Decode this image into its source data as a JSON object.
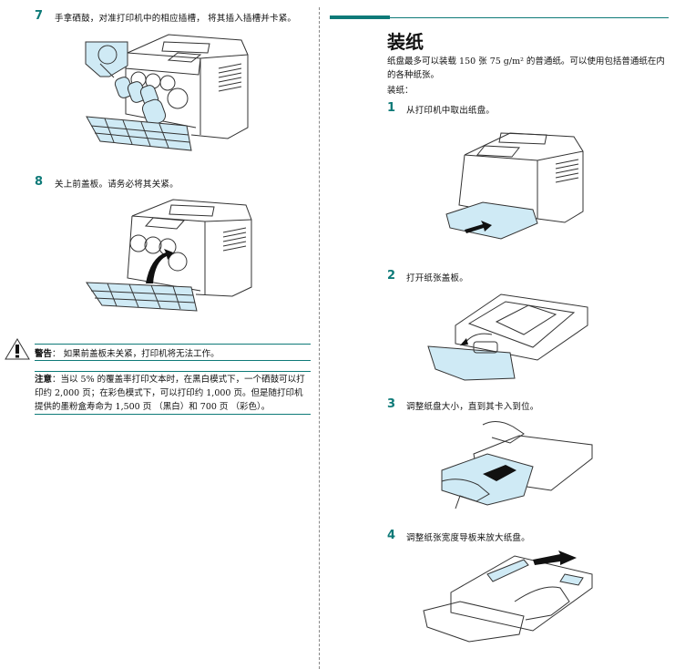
{
  "colors": {
    "accent": "#0e7a78",
    "highlight": "#cfeaf5"
  },
  "left": {
    "steps": [
      {
        "num": "7",
        "text": "手拿硒鼓，对准打印机中的相应插槽， 将其插入插槽并卡紧。",
        "illustration": "insert-toner-cartridges"
      },
      {
        "num": "8",
        "text": "关上前盖板。请务必将其关紧。",
        "illustration": "close-front-cover"
      }
    ],
    "warning": {
      "icon": "warning-triangle-icon",
      "label": "警告",
      "text": "如果前盖板未关紧，打印机将无法工作。"
    },
    "note": {
      "label": "注意",
      "lines": [
        "：当以 5% 的覆盖率打印文本时，在黑白模式下，一个硒鼓可以打",
        "印约 2,000 页；在彩色模式下，可以打印约 1,000 页。但是随打印机",
        "提供的墨粉盒寿命为 1,500 页 （黑白）和 700 页 （彩色）。"
      ]
    }
  },
  "right": {
    "section_title": "装纸",
    "intro_line1": "纸盘最多可以装载 150 张 75 g/m² 的普通纸。可以使用包括普通纸在内",
    "intro_line2": "的各种纸张。",
    "subheading": "装纸：",
    "steps": [
      {
        "num": "1",
        "text": "从打印机中取出纸盘。",
        "illustration": "remove-tray"
      },
      {
        "num": "2",
        "text": "打开纸张盖板。",
        "illustration": "open-paper-cover"
      },
      {
        "num": "3",
        "text": "调整纸盘大小，直到其卡入到位。",
        "illustration": "adjust-tray-size"
      },
      {
        "num": "4",
        "text": "调整纸张宽度导板来放大纸盘。",
        "illustration": "adjust-width-guide"
      }
    ]
  }
}
